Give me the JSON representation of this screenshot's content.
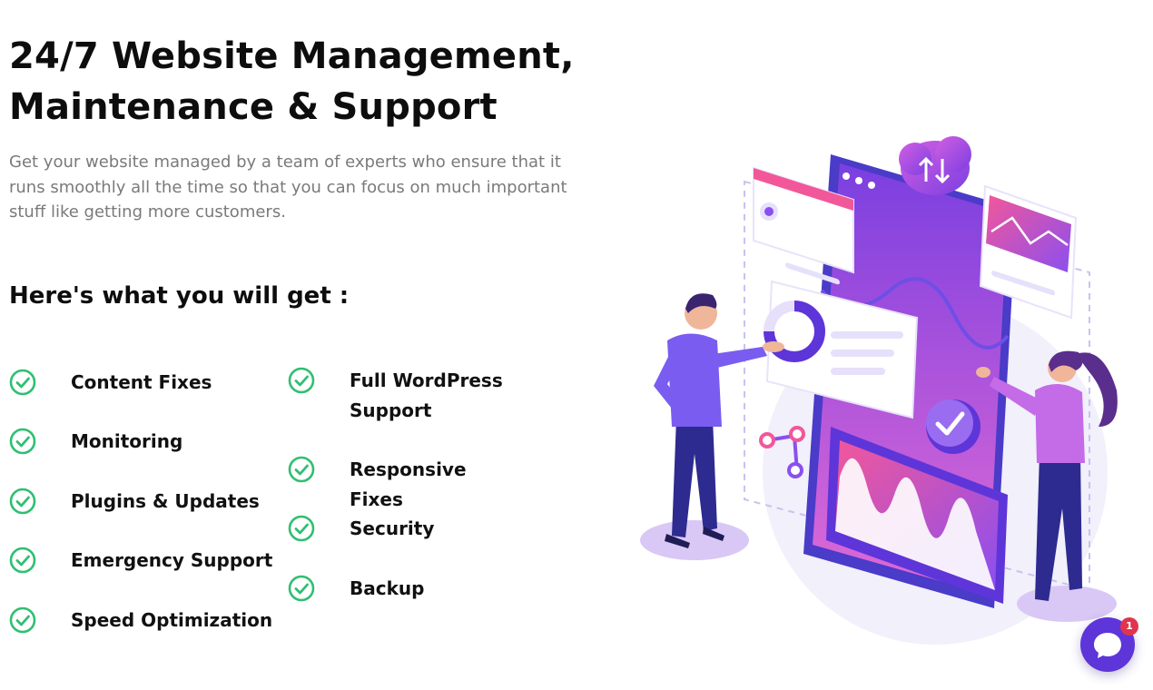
{
  "hero": {
    "title_line1": "24/7 Website Management,",
    "title_line2": "Maintenance & Support",
    "description": "Get your website managed by a team of experts who ensure that it runs smoothly all the time so that you can focus on much important stuff like getting more customers.",
    "subheading": "Here's what you will get :"
  },
  "features": {
    "col1": [
      "Content Fixes",
      "Monitoring",
      "Plugins & Updates",
      "Emergency Support",
      "Speed Optimization"
    ],
    "col2": [
      "Full WordPress Support",
      "Responsive Fixes",
      "Security",
      "Backup"
    ]
  },
  "icons": {
    "feature_bullet": "check-circle-icon",
    "chat": "chat-bubble-icon"
  },
  "chat": {
    "badge_count": "1"
  },
  "colors": {
    "check_green": "#2fbf71",
    "accent_purple": "#5e35d8",
    "badge_red": "#e0344e",
    "heading": "#0d0d0d",
    "body_text": "#7a7a7a"
  }
}
